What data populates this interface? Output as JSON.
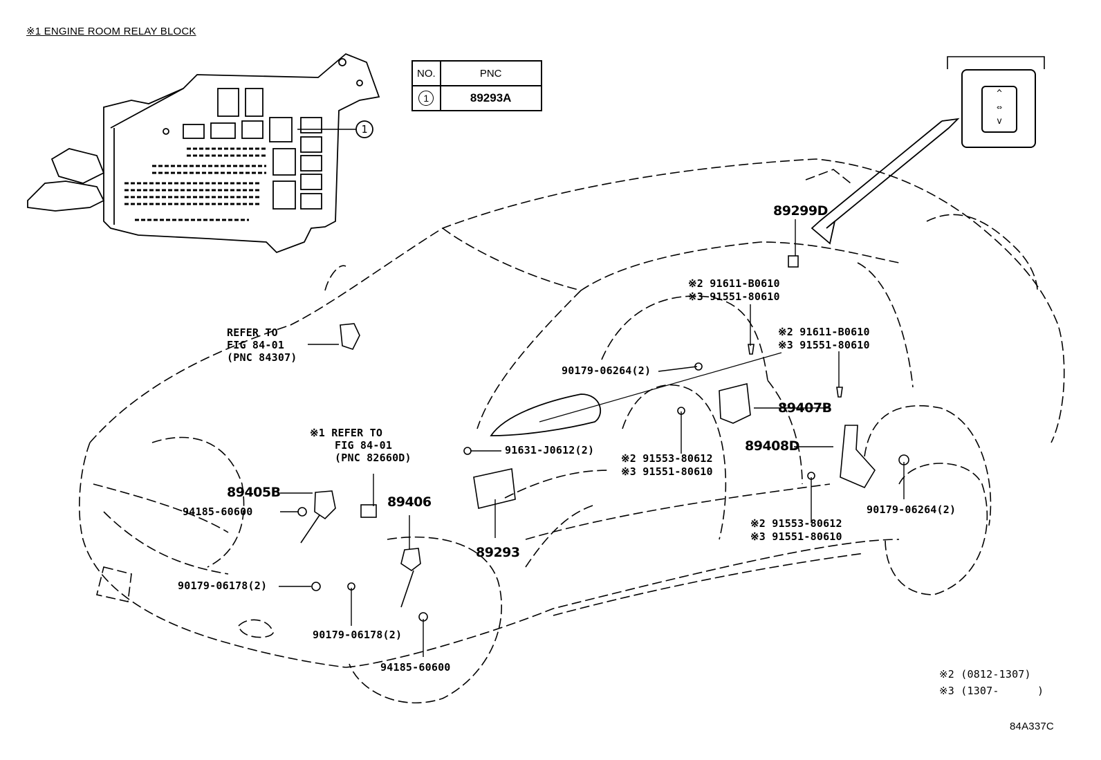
{
  "header": {
    "title": "※1 ENGINE ROOM RELAY BLOCK"
  },
  "table": {
    "col_no": "NO.",
    "col_pnc": "PNC",
    "rows": [
      {
        "no": "1",
        "pnc": "89293A"
      }
    ]
  },
  "callout_number": "1",
  "labels": {
    "refer_1_line1": "REFER TO",
    "refer_1_line2": "FIG 84-01",
    "refer_1_line3": "(PNC 84307)",
    "refer_2_line1": "※1 REFER TO",
    "refer_2_line2": "FIG 84-01",
    "refer_2_line3": "(PNC 82660D)",
    "p89299D": "89299D",
    "p91611_a": "※2 91611-B0610",
    "p91551_a": "※3 91551-80610",
    "p91611_b": "※2 91611-B0610",
    "p91551_b": "※3 91551-80610",
    "p90179_06264_a": "90179-06264(2)",
    "p89407B": "89407B",
    "p89408D": "89408D",
    "p91553_a": "※2 91553-80612",
    "p91551_c": "※3 91551-80610",
    "p91631": "91631-J0612(2)",
    "p89405B": "89405B",
    "p94185_a": "94185-60600",
    "p89406": "89406",
    "p89293": "89293",
    "p90179_06178_a": "90179-06178(2)",
    "p90179_06178_b": "90179-06178(2)",
    "p94185_b": "94185-60600",
    "p91553_b": "※2 91553-80612",
    "p91551_d": "※3 91551-80610",
    "p90179_06264_b": "90179-06264(2)"
  },
  "footnotes": {
    "note2": "※2 (0812-1307)",
    "note3": "※3 (1307-      )"
  },
  "figure_code": "84A337C",
  "switch_glyphs": {
    "up": "^",
    "mid": "⇔",
    "down": "v"
  }
}
